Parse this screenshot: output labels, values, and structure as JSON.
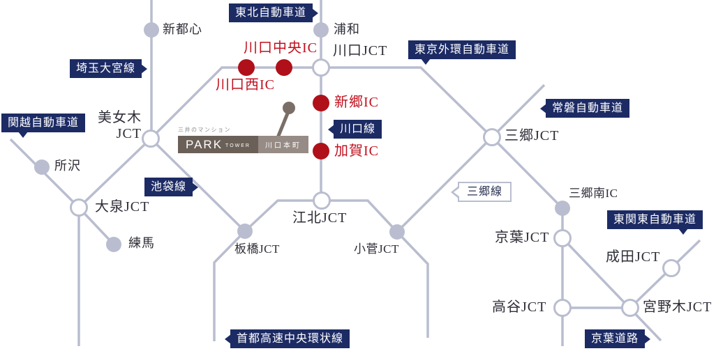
{
  "colors": {
    "road_line": "#b9bdcf",
    "badge_navy": "#1c2b64",
    "ic_red": "#b01019",
    "ic_text_red": "#c0111f",
    "node_gray": "#b9bdcf",
    "text_dark": "#2e2e38",
    "logo_dark_taupe": "#6b6057",
    "logo_light_taupe": "#968c85"
  },
  "roads": {
    "tohoku": "東北自動車道",
    "tokyo_gaikan": "東京外環自動車道",
    "saitama_omiya": "埼玉大宮線",
    "kanetsu": "関越自動車道",
    "joban": "常磐自動車道",
    "kawaguchi_line": "川口線",
    "ikebukuro_line": "池袋線",
    "misato_line": "三郷線",
    "higashi_kanto": "東関東自動車道",
    "shuto_chuo_kanjo": "首都高速中央環状線",
    "keiyo_road": "京葉道路"
  },
  "junctions": {
    "shintoshin": "新都心",
    "urawa": "浦和",
    "kawaguchi_jct": "川口JCT",
    "bijogi_l1": "美女木",
    "bijogi_l2": "JCT",
    "tokorozawa": "所沢",
    "oizumi_jct": "大泉JCT",
    "nerima": "練馬",
    "itabashi_jct": "板橋JCT",
    "kohoku_jct": "江北JCT",
    "kosuge_jct": "小菅JCT",
    "misato_jct": "三郷JCT",
    "misato_minami_ic": "三郷南IC",
    "keiyo_jct": "京葉JCT",
    "koya_jct": "高谷JCT",
    "miyanogi_jct": "宮野木JCT",
    "narita_jct": "成田JCT"
  },
  "interchanges": {
    "kawaguchi_chuo_ic": "川口中央IC",
    "kawaguchi_nishi_ic": "川口西IC",
    "shingo_ic": "新郷IC",
    "kaga_ic": "加賀IC"
  },
  "logo": {
    "brand": "三井のマンション",
    "name_main": "PARK",
    "name_sub": "TOWER",
    "property": "川口本町"
  }
}
